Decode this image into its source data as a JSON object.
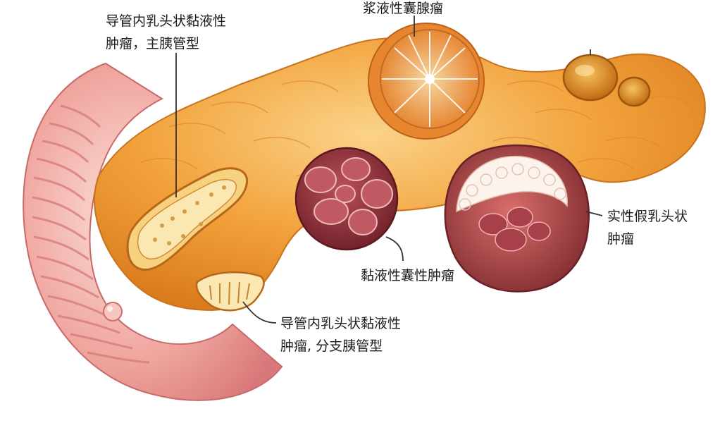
{
  "labels": {
    "ipmn_main": {
      "line1": "导管内乳头状黏液性",
      "line2": "肿瘤，主胰管型"
    },
    "serous": {
      "line1": "浆液性囊腺瘤"
    },
    "spn": {
      "line1": "实性假乳头状",
      "line2": "肿瘤"
    },
    "mucinous": {
      "line1": "黏液性囊性肿瘤"
    },
    "ipmn_branch": {
      "line1": "导管内乳头状黏液性",
      "line2": "肿瘤, 分支胰管型"
    }
  },
  "colors": {
    "pancreas": "#f2a13a",
    "pancreas_light": "#f9c879",
    "duodenum": "#ef9f99",
    "duodenum_light": "#f8d0ca",
    "cyst_dark": "#8a2c34",
    "leader": "#333333"
  }
}
